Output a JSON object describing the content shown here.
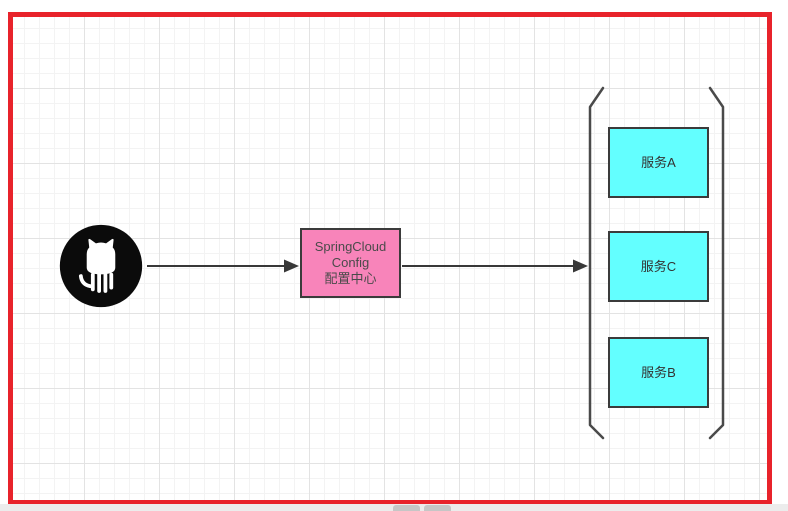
{
  "canvas": {
    "grid": "on",
    "border_color": "#e8232b"
  },
  "diagram": {
    "github_node": {
      "icon": "github-octocat-icon",
      "fill": "#0b0b0b"
    },
    "config_node": {
      "line1": "SpringCloud",
      "line2": "Config",
      "line3": "配置中心",
      "fill": "#f884ba"
    },
    "service_nodes": [
      {
        "label": "服务A"
      },
      {
        "label": "服务C"
      },
      {
        "label": "服务B"
      }
    ],
    "service_fill": "#63ffff",
    "shape_stroke": "#3b3b3b",
    "connectors": [
      {
        "from": "github",
        "to": "config-center"
      },
      {
        "from": "config-center",
        "to": "service-group"
      }
    ]
  }
}
